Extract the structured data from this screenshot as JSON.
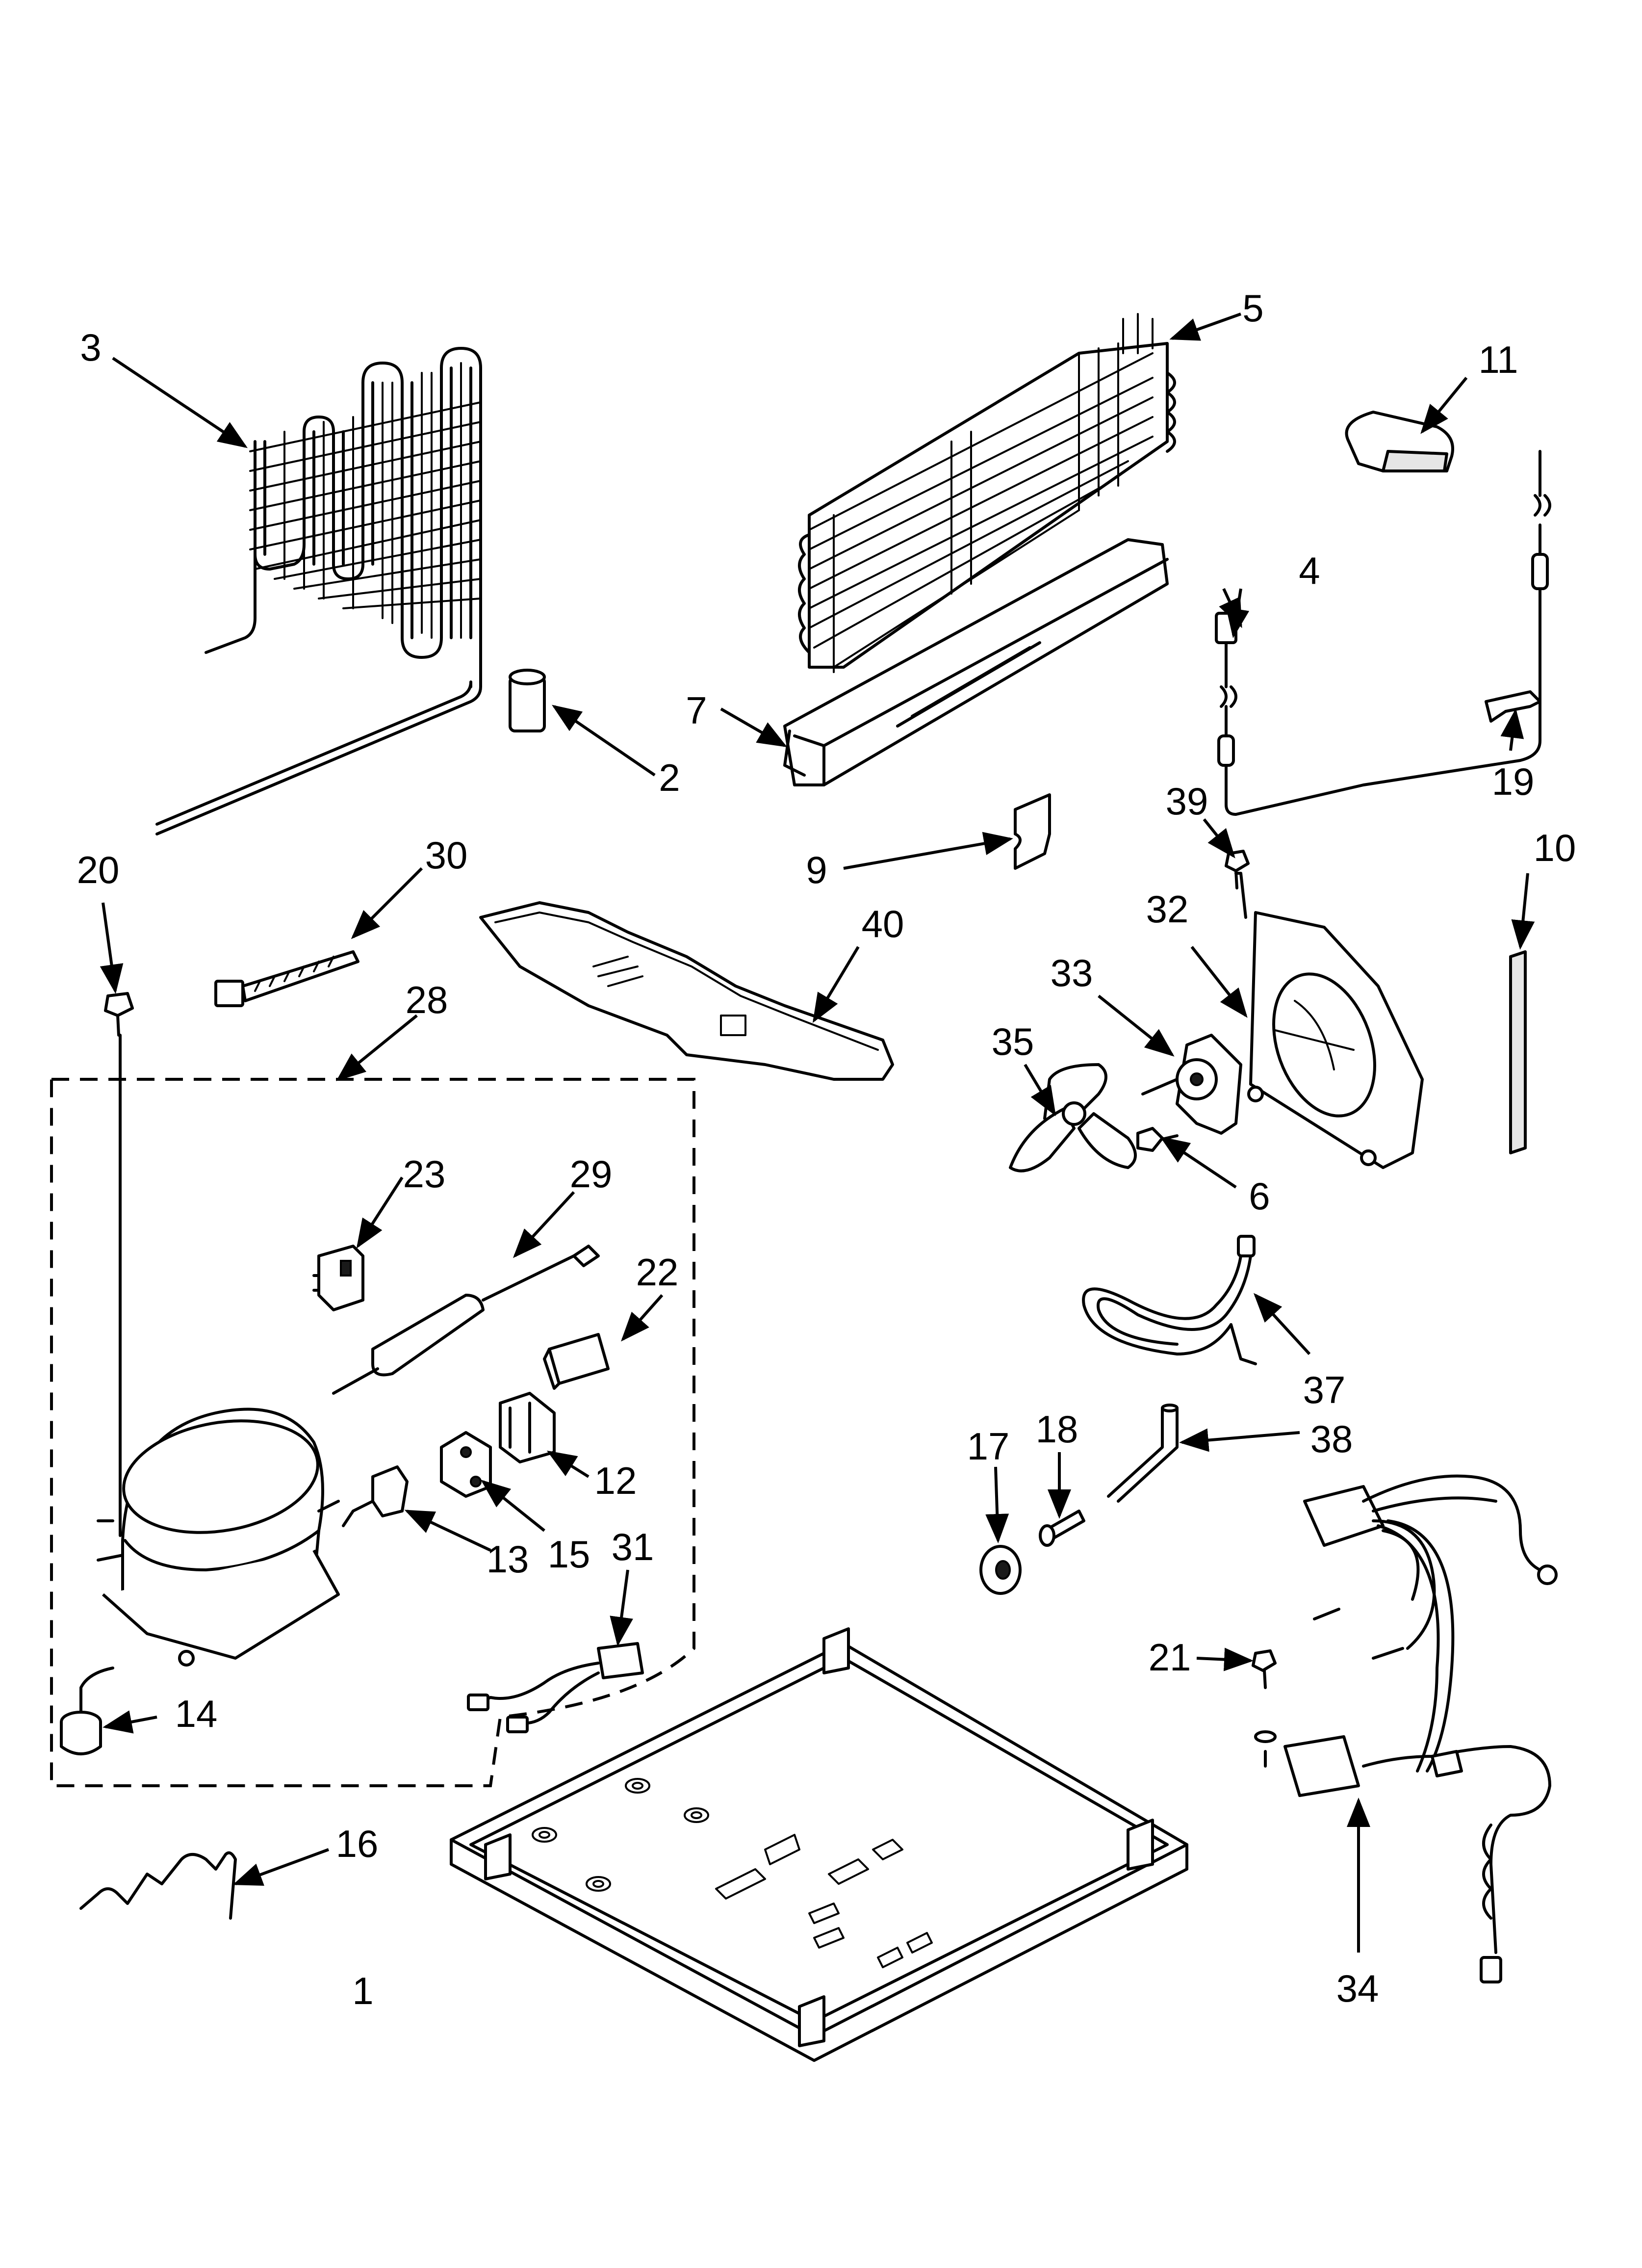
{
  "diagram": {
    "callouts": {
      "c1": "1",
      "c2": "2",
      "c3": "3",
      "c4": "4",
      "c5": "5",
      "c6": "6",
      "c7": "7",
      "c9": "9",
      "c10": "10",
      "c11": "11",
      "c12": "12",
      "c13": "13",
      "c14": "14",
      "c15": "15",
      "c16": "16",
      "c17": "17",
      "c18": "18",
      "c19": "19",
      "c20": "20",
      "c21": "21",
      "c22": "22",
      "c23": "23",
      "c28": "28",
      "c29": "29",
      "c30": "30",
      "c31": "31",
      "c32": "32",
      "c33": "33",
      "c34": "34",
      "c35": "35",
      "c37": "37",
      "c38": "38",
      "c39": "39",
      "c40": "40"
    }
  }
}
